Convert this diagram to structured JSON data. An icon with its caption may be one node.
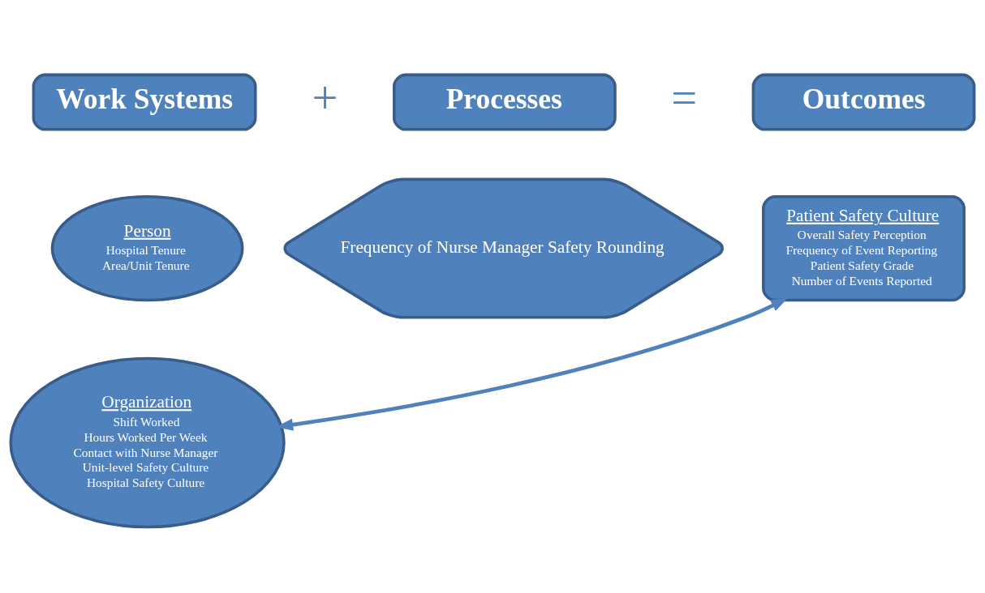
{
  "diagram": {
    "nodes": [
      {
        "text": [
          "Work Systems"
        ]
      },
      {
        "text": [
          "Processes"
        ]
      },
      {
        "text": [
          "Outcomes"
        ]
      },
      {
        "text": [
          "Person",
          "Hospital Tenure",
          "Area/Unit Tenure"
        ]
      },
      {
        "text": [
          "Organization",
          "Shift Worked",
          "Hours Worked Per Week",
          "Contact with Nurse Manager",
          "Unit-level Safety Culture",
          "Hospital Safety Culture"
        ]
      },
      {
        "text": [
          "Frequency of Nurse Manager Safety Rounding"
        ]
      },
      {
        "text": [
          "Patient Safety Culture",
          "Overall Safety Perception",
          "Frequency of Event Reporting",
          "Patient Safety Grade",
          "Number of Events Reported"
        ]
      }
    ],
    "edges": [
      {
        "from": 4,
        "to": 6,
        "arrow": "both"
      }
    ],
    "labels": [
      "+",
      "="
    ]
  }
}
